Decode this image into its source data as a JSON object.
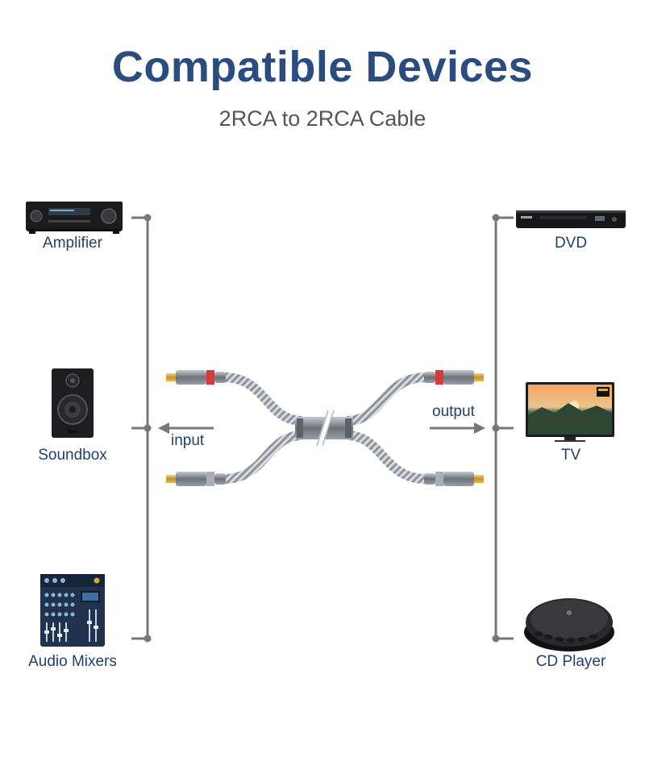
{
  "header": {
    "title": "Compatible Devices",
    "subtitle": "2RCA to 2RCA Cable"
  },
  "left_devices": [
    {
      "label": "Amplifier",
      "icon": "amplifier-icon"
    },
    {
      "label": "Soundbox",
      "icon": "speaker-icon"
    },
    {
      "label": "Audio Mixers",
      "icon": "audio-mixer-icon"
    }
  ],
  "right_devices": [
    {
      "label": "DVD",
      "icon": "dvd-player-icon"
    },
    {
      "label": "TV",
      "icon": "tv-icon"
    },
    {
      "label": "CD Player",
      "icon": "cd-player-icon"
    }
  ],
  "flow": {
    "input_label": "input",
    "output_label": "output"
  },
  "colors": {
    "title": "#2b4c7e",
    "label": "#23406b",
    "line": "#777777",
    "plug_red": "#d63a3a",
    "plug_gold": "#d9a93a",
    "cable": "#8a8f96"
  }
}
